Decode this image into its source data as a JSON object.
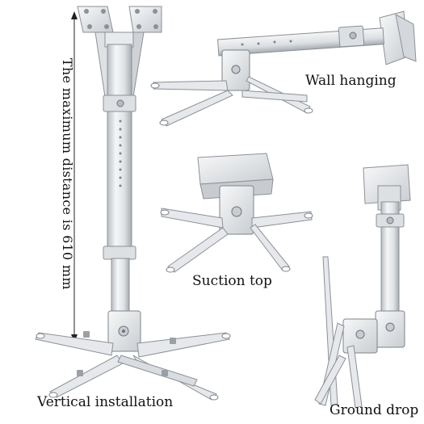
{
  "labels": {
    "dimension": "The maximum distance is 610 mm",
    "wall_hanging": "Wall hanging",
    "suction_top": "Suction top",
    "vertical_installation": "Vertical installation",
    "ground_drop": "Ground drop"
  },
  "colors": {
    "metal_light": "#eceef0",
    "metal_mid": "#cfd3d7",
    "metal_shadow": "#9aa0a6",
    "edge": "#7d848b",
    "text": "#111111"
  }
}
